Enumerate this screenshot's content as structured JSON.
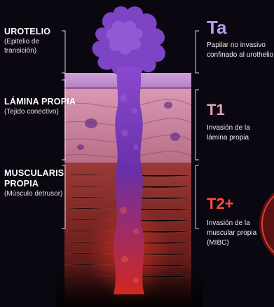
{
  "layers": [
    {
      "title": "UROTELIO",
      "subtitle": "(Epitelio de\ntransición)"
    },
    {
      "title": "LÁMINA PROPIA",
      "subtitle": "(Tejido conectivo)"
    },
    {
      "title": "MUSCULARIS\nPROPIA",
      "subtitle": "(Músculo detrusor)"
    }
  ],
  "stages": [
    {
      "code": "Ta",
      "description": "Papilar no invasivo\nconfinado al urothelio",
      "color": "#b79ae8"
    },
    {
      "code": "T1",
      "description": "Invasión de la\nlámina propia",
      "color": "#e0a0b8"
    },
    {
      "code": "T2+",
      "description": "Invasión de la\nmuscular propia\n(MIBC)",
      "color": "#ff4a3a"
    }
  ],
  "colors": {
    "urothelium": "#c99ad0",
    "lamina_propia": "#d88ea6",
    "muscularis": "#8e2a26",
    "tumor_top": "#7a3fc0",
    "tumor_bottom": "#c22a22"
  }
}
